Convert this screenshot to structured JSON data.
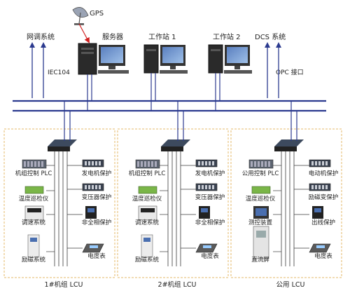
{
  "labels": {
    "gps": "GPS",
    "server": "服务器",
    "grid_dispatch": "网调系统",
    "workstation1": "工作站 1",
    "workstation2": "工作站 2",
    "dcs": "DCS 系统",
    "iec104": "IEC104",
    "opc": "OPC 接口"
  },
  "lcu_panels": [
    {
      "title": "1#机组 LCU",
      "left_devices": [
        "机组控制 PLC",
        "温度巡检仪",
        "调速系统",
        "励磁系统"
      ],
      "right_devices": [
        "发电机保护",
        "变压器保护",
        "非全相保护",
        "电度表"
      ]
    },
    {
      "title": "2#机组 LCU",
      "left_devices": [
        "机组控制 PLC",
        "温度巡检仪",
        "调速系统",
        "励磁系统"
      ],
      "right_devices": [
        "发电机保护",
        "变压器保护",
        "非全相保护",
        "电度表"
      ]
    },
    {
      "title": "公用 LCU",
      "left_devices": [
        "公用控制 PLC",
        "温度巡检仪",
        "测控装置",
        "直流屏"
      ],
      "right_devices": [
        "电动机保护",
        "励磁变保护",
        "出线保护",
        "电度表"
      ]
    }
  ],
  "colors": {
    "bus": "#2b3a8f",
    "panel_border": "#e6b86a",
    "link": "#3b3b3b",
    "gps_arrow": "#d02020"
  }
}
